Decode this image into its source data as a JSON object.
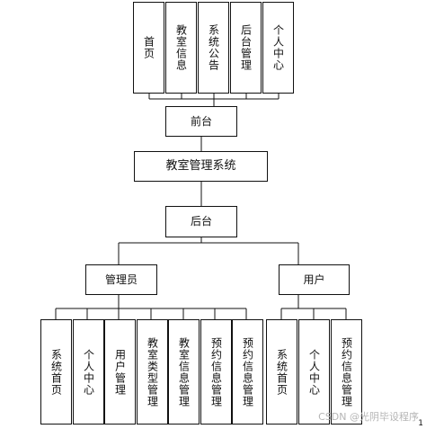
{
  "top_nodes": [
    "首页",
    "教室信息",
    "系统公告",
    "后台管理",
    "个人中心"
  ],
  "front_label": "前台",
  "system_label": "教室管理系统",
  "back_label": "后台",
  "admin_label": "管理员",
  "user_label": "用户",
  "admin_children": [
    "系统首页",
    "个人中心",
    "用户管理",
    "教室类型管理",
    "教室信息管理",
    "预约信息管理",
    "预约信息管理"
  ],
  "user_children": [
    "系统首页",
    "个人中心",
    "预约信息管理"
  ],
  "watermark": "CSDN @光阴毕设程序",
  "page_mark": "1"
}
